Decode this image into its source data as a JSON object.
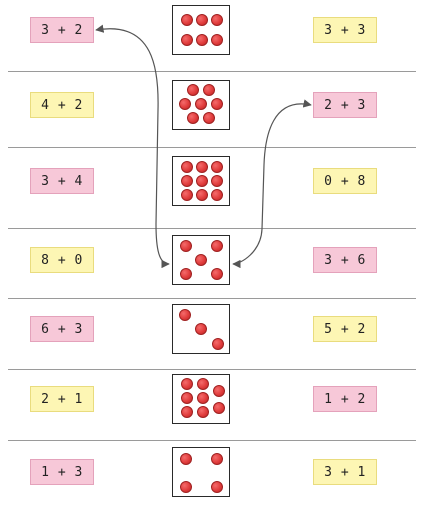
{
  "left_cards": [
    {
      "text": "3 + 2",
      "color": "pink"
    },
    {
      "text": "4 + 2",
      "color": "yellow"
    },
    {
      "text": "3 + 4",
      "color": "pink"
    },
    {
      "text": "8 + 0",
      "color": "yellow"
    },
    {
      "text": "6 + 3",
      "color": "pink"
    },
    {
      "text": "2 + 1",
      "color": "yellow"
    },
    {
      "text": "1 + 3",
      "color": "pink"
    }
  ],
  "dice": [
    {
      "count": 6
    },
    {
      "count": 7
    },
    {
      "count": 9
    },
    {
      "count": 5
    },
    {
      "count": 3
    },
    {
      "count": 8
    },
    {
      "count": 4
    }
  ],
  "right_cards": [
    {
      "text": "3 + 3",
      "color": "yellow"
    },
    {
      "text": "2 + 3",
      "color": "pink"
    },
    {
      "text": "0 + 8",
      "color": "yellow"
    },
    {
      "text": "3 + 6",
      "color": "pink"
    },
    {
      "text": "5 + 2",
      "color": "yellow"
    },
    {
      "text": "1 + 2",
      "color": "pink"
    },
    {
      "text": "3 + 1",
      "color": "yellow"
    }
  ],
  "connections": [
    {
      "from": "left-0",
      "to": "dice-3"
    },
    {
      "from": "right-1",
      "to": "dice-3"
    }
  ],
  "colors": {
    "pink": "#f7c8d8",
    "yellow": "#fdf6b4",
    "dot": "#e03c3c",
    "line": "#555555"
  }
}
